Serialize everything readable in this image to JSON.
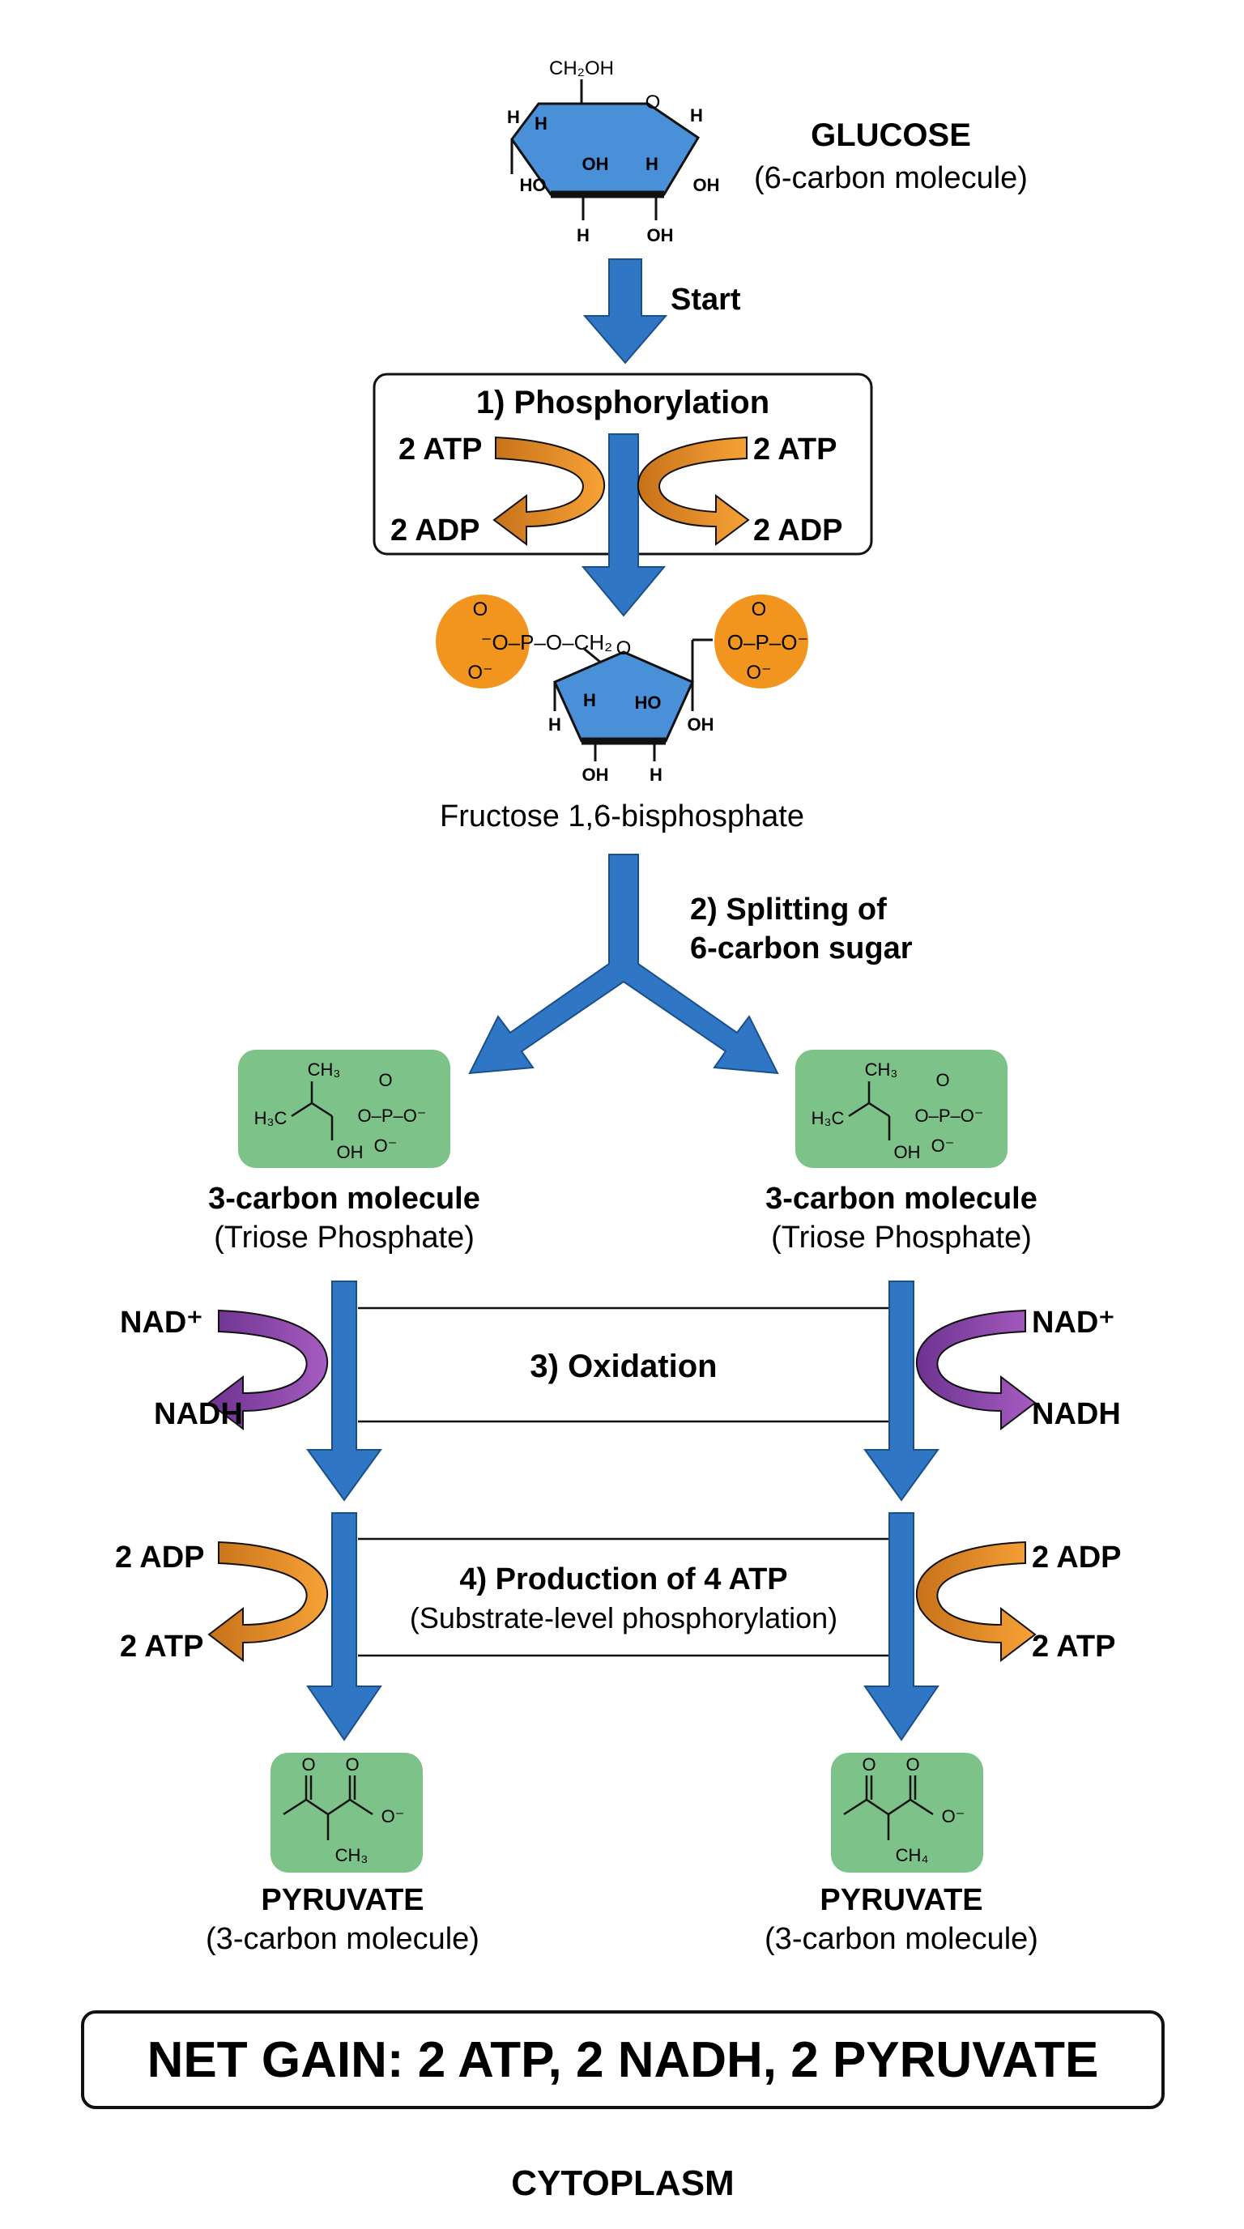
{
  "colors": {
    "blue_arrow": "#2f76c4",
    "blue_ring": "#4a90d9",
    "orange": "#f2951f",
    "purple": "#8e4aa8",
    "green": "#7cc289",
    "stroke": "#111111"
  },
  "glucose": {
    "title": "GLUCOSE",
    "subtitle": "(6-carbon molecule)",
    "atoms": {
      "ch2oh": "CH₂OH",
      "o": "O",
      "h": "H",
      "oh": "OH",
      "ho": "HO"
    }
  },
  "start_label": "Start",
  "phosphorylation": {
    "title": "1) Phosphorylation",
    "atp_left": "2 ATP",
    "adp_left": "2 ADP",
    "atp_right": "2 ATP",
    "adp_right": "2 ADP"
  },
  "fructose": {
    "label": "Fructose 1,6-bisphosphate",
    "phosphate_left": "⁻O–P–O–CH₂",
    "phosphate_right": "O–P–O⁻",
    "o_top": "O",
    "o_minus": "O⁻",
    "o": "O",
    "h": "H",
    "oh": "OH",
    "ho": "HO"
  },
  "splitting": {
    "line1": "2) Splitting of",
    "line2": "6-carbon sugar"
  },
  "triose": {
    "title": "3-carbon molecule",
    "subtitle": "(Triose Phosphate)",
    "ch3": "CH₃",
    "h3c": "H₃C",
    "oh": "OH",
    "phosphate": "O–P–O⁻",
    "o": "O",
    "o_minus": "O⁻"
  },
  "oxidation": {
    "title": "3) Oxidation",
    "nad_left": "NAD⁺",
    "nadh_left": "NADH",
    "nad_right": "NAD⁺",
    "nadh_right": "NADH"
  },
  "production": {
    "title": "4) Production of 4 ATP",
    "subtitle": "(Substrate-level phosphorylation)",
    "adp_left": "2 ADP",
    "atp_left": "2 ATP",
    "adp_right": "2 ADP",
    "atp_right": "2 ATP"
  },
  "pyruvate": {
    "title": "PYRUVATE",
    "subtitle": "(3-carbon molecule)",
    "o": "O",
    "o_minus": "O⁻",
    "ch3_left": "CH₃",
    "ch3_right": "CH₄"
  },
  "net_gain": "NET GAIN: 2 ATP, 2 NADH, 2 PYRUVATE",
  "location": "CYTOPLASM"
}
